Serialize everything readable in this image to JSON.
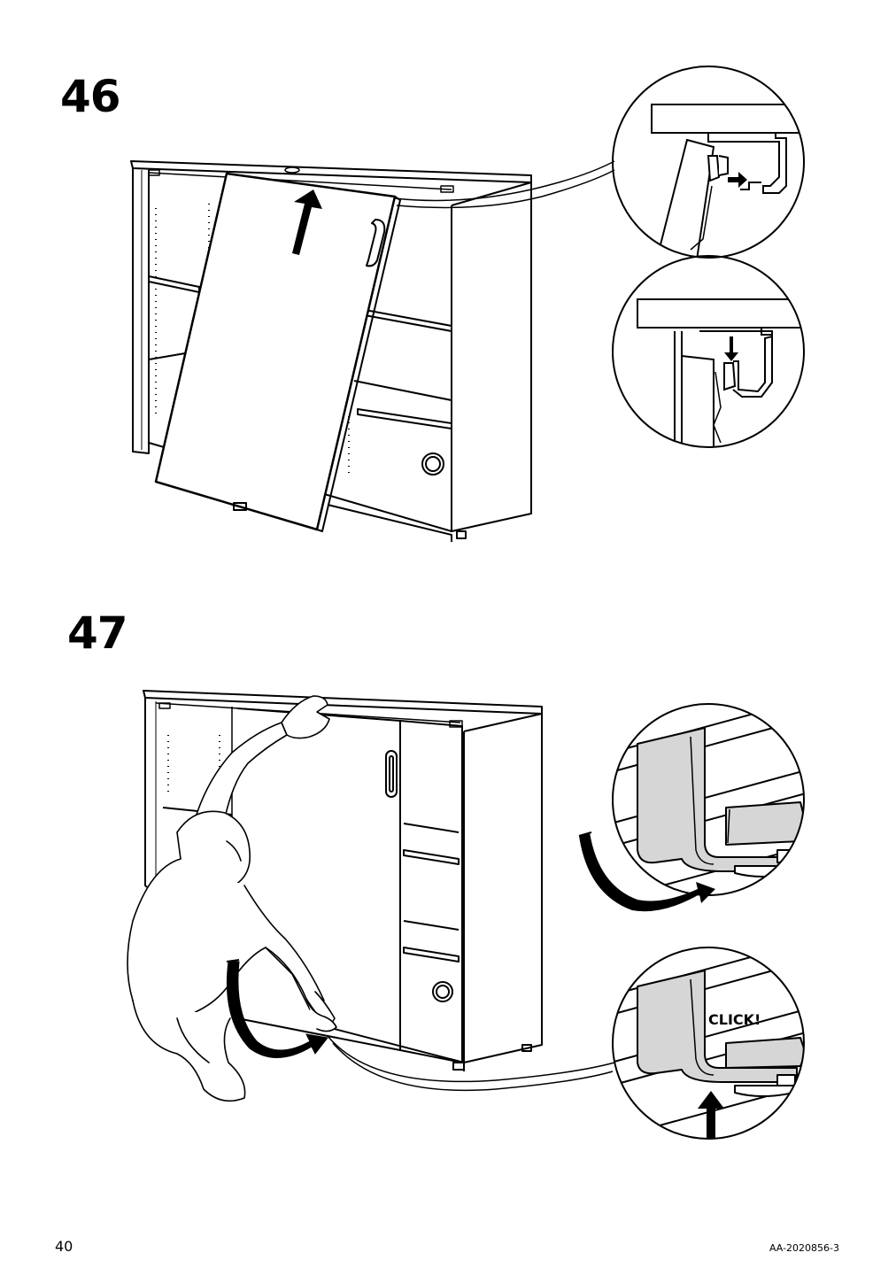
{
  "steps": [
    {
      "number": "46"
    },
    {
      "number": "47"
    }
  ],
  "callout_text": "CLICK!",
  "footer": {
    "page_number": "40",
    "document_id": "AA-2020856-3"
  }
}
